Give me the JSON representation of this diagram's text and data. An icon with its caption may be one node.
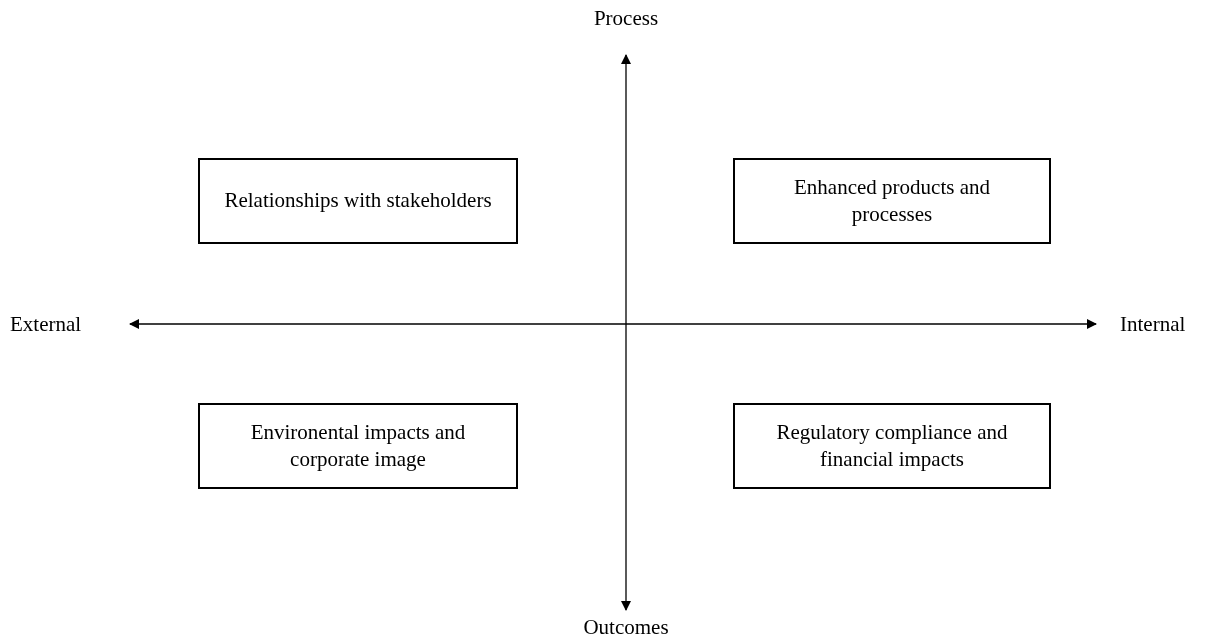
{
  "diagram": {
    "nodes": [
      {
        "text": [
          "Relationships with stakeholders"
        ]
      },
      {
        "text": [
          "Enhanced products and processes"
        ]
      },
      {
        "text": [
          "Environental impacts and corporate image"
        ]
      },
      {
        "text": [
          "Regulatory compliance and financial impacts"
        ]
      }
    ],
    "labels": [
      "Process",
      "External",
      "Internal",
      "Outcomes"
    ]
  }
}
